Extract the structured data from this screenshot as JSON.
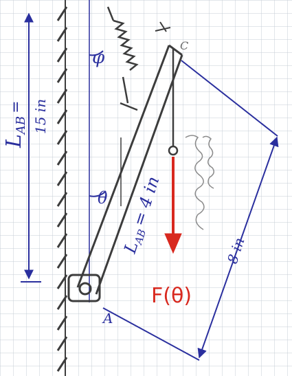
{
  "colors": {
    "paper": "#ffffff",
    "grid": "#c6ccd6",
    "ink": "#3c3c3c",
    "blue_ink": "#2a2f9e",
    "red_ink": "#d8291f",
    "pencil": "#6b6b6b"
  },
  "labels": {
    "l_ab_main": "L",
    "l_ab_sub": "AB",
    "l_ab_eq": "=",
    "l_ab_value": "15 in",
    "l_ab_rod": "L",
    "l_ab_rod_sub": "AB",
    "l_ab_rod_eq": "= 4 in",
    "force": "F(θ)",
    "dim_8": "8 in",
    "phi": "φ",
    "theta": "θ",
    "point_a": "A",
    "point_c": "C"
  }
}
